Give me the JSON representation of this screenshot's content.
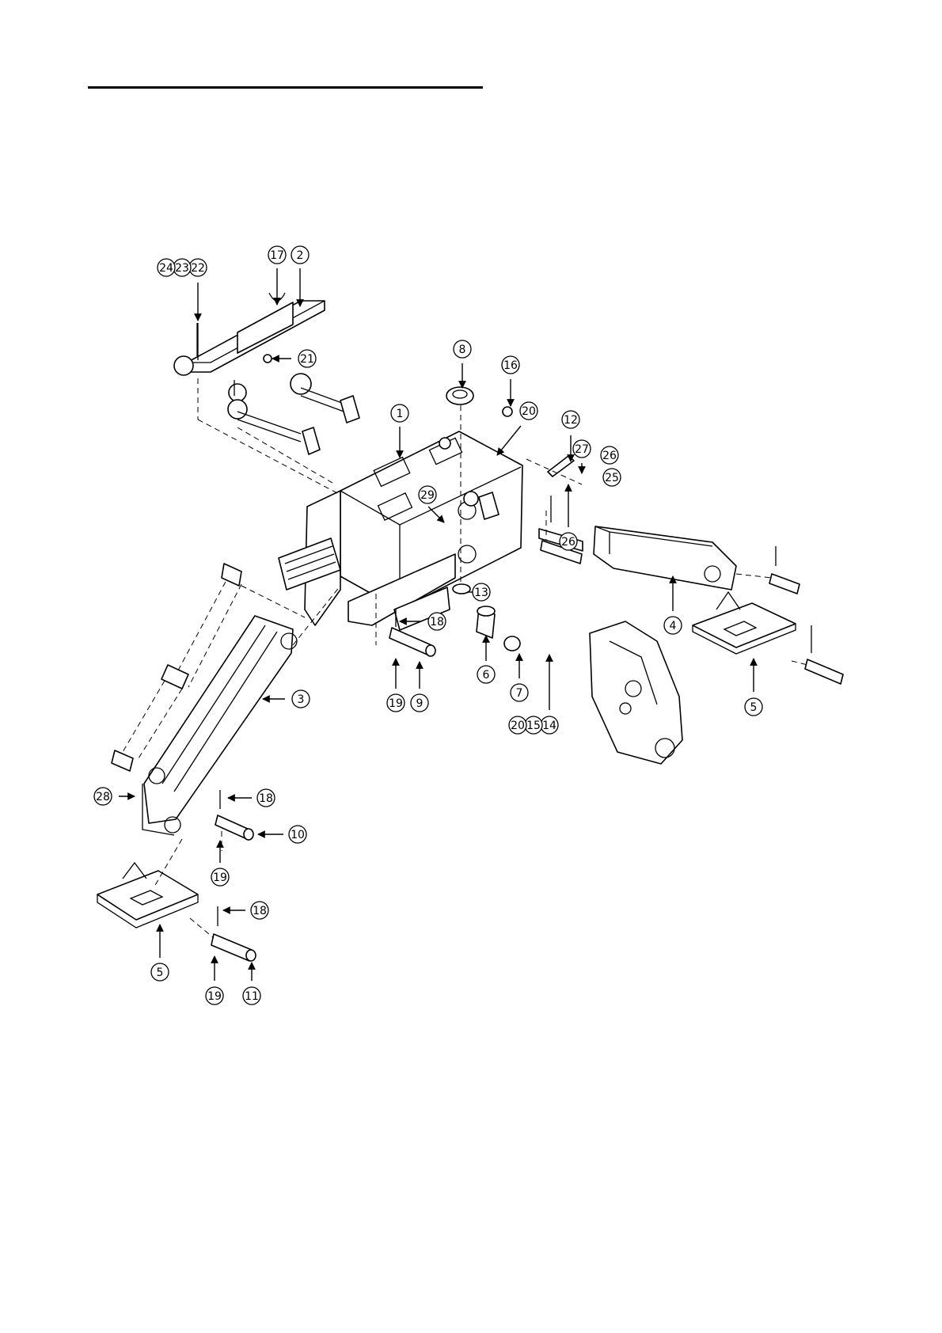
{
  "callouts": [
    "1",
    "2",
    "3",
    "4",
    "5",
    "5",
    "6",
    "7",
    "8",
    "9",
    "10",
    "11",
    "12",
    "13",
    "14",
    "15",
    "16",
    "17",
    "18",
    "18",
    "18",
    "19",
    "19",
    "19",
    "20",
    "20",
    "21",
    "22",
    "23",
    "24",
    "25",
    "26",
    "26",
    "27",
    "28",
    "29"
  ]
}
